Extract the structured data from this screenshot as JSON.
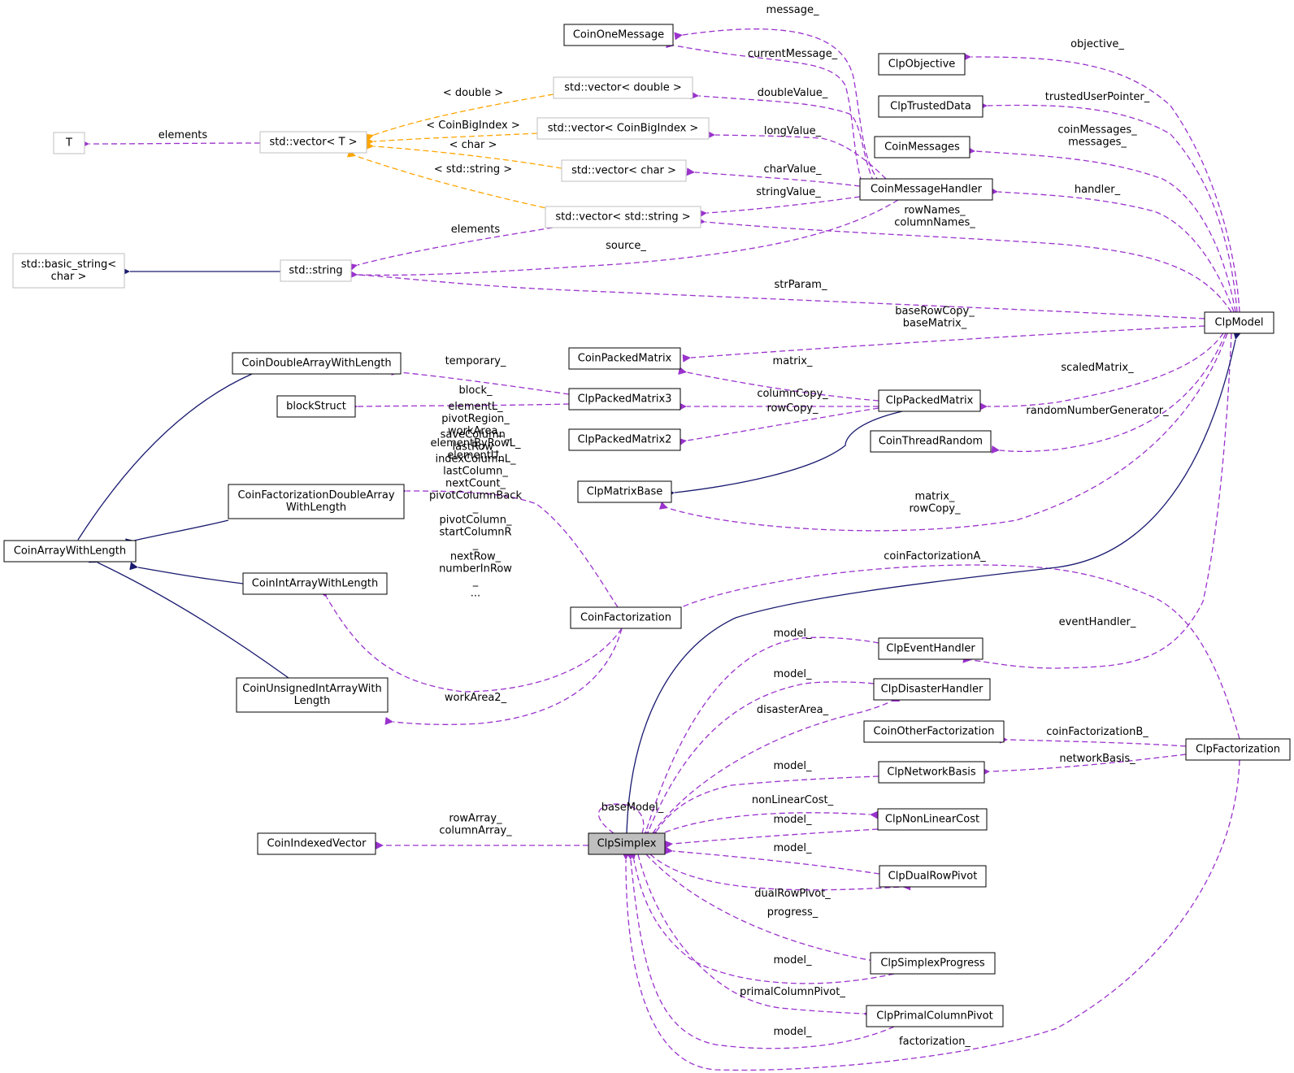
{
  "colors": {
    "usage": "#9a32cd",
    "inheritance": "#191970",
    "template": "#ffa500",
    "node_border": "#000000",
    "external_border": "#bfbfbf",
    "focus_fill": "#bfbfbf",
    "node_fill": "#ffffff"
  },
  "nodes": [
    {
      "id": "CoinOneMessage",
      "label": [
        "CoinOneMessage"
      ],
      "kind": "class"
    },
    {
      "id": "ClpObjective",
      "label": [
        "ClpObjective"
      ],
      "kind": "class"
    },
    {
      "id": "ClpTrustedData",
      "label": [
        "ClpTrustedData"
      ],
      "kind": "class"
    },
    {
      "id": "CoinMessages",
      "label": [
        "CoinMessages"
      ],
      "kind": "class"
    },
    {
      "id": "stdvecdouble",
      "label": [
        "std::vector< double >"
      ],
      "kind": "external"
    },
    {
      "id": "stdvecbig",
      "label": [
        "std::vector< CoinBigIndex >"
      ],
      "kind": "external"
    },
    {
      "id": "stdvecchar",
      "label": [
        "std::vector< char >"
      ],
      "kind": "external"
    },
    {
      "id": "stdvecstring",
      "label": [
        "std::vector< std::string >"
      ],
      "kind": "external"
    },
    {
      "id": "stdvecT",
      "label": [
        "std::vector< T >"
      ],
      "kind": "external"
    },
    {
      "id": "T",
      "label": [
        "T"
      ],
      "kind": "external"
    },
    {
      "id": "CoinMessageHandler",
      "label": [
        "CoinMessageHandler"
      ],
      "kind": "class"
    },
    {
      "id": "basicstring",
      "label": [
        "std::basic_string<",
        "char >"
      ],
      "kind": "external"
    },
    {
      "id": "stdstring",
      "label": [
        "std::string"
      ],
      "kind": "external"
    },
    {
      "id": "ClpModel",
      "label": [
        "ClpModel"
      ],
      "kind": "class"
    },
    {
      "id": "CoinDoubleArrayWithLength",
      "label": [
        "CoinDoubleArrayWithLength"
      ],
      "kind": "class"
    },
    {
      "id": "CoinPackedMatrix",
      "label": [
        "CoinPackedMatrix"
      ],
      "kind": "class"
    },
    {
      "id": "blockStruct",
      "label": [
        "blockStruct"
      ],
      "kind": "class"
    },
    {
      "id": "ClpPackedMatrix3",
      "label": [
        "ClpPackedMatrix3"
      ],
      "kind": "class"
    },
    {
      "id": "ClpPackedMatrix",
      "label": [
        "ClpPackedMatrix"
      ],
      "kind": "class"
    },
    {
      "id": "ClpPackedMatrix2",
      "label": [
        "ClpPackedMatrix2"
      ],
      "kind": "class"
    },
    {
      "id": "CoinThreadRandom",
      "label": [
        "CoinThreadRandom"
      ],
      "kind": "class"
    },
    {
      "id": "CoinFactDouble",
      "label": [
        "CoinFactorizationDoubleArray",
        "WithLength"
      ],
      "kind": "class"
    },
    {
      "id": "ClpMatrixBase",
      "label": [
        "ClpMatrixBase"
      ],
      "kind": "class"
    },
    {
      "id": "CoinArrayWithLength",
      "label": [
        "CoinArrayWithLength"
      ],
      "kind": "class"
    },
    {
      "id": "CoinIntArrayWithLength",
      "label": [
        "CoinIntArrayWithLength"
      ],
      "kind": "class"
    },
    {
      "id": "CoinFactorization",
      "label": [
        "CoinFactorization"
      ],
      "kind": "class"
    },
    {
      "id": "ClpEventHandler",
      "label": [
        "ClpEventHandler"
      ],
      "kind": "class"
    },
    {
      "id": "CoinUnsignedInt",
      "label": [
        "CoinUnsignedIntArrayWith",
        "Length"
      ],
      "kind": "class"
    },
    {
      "id": "ClpDisasterHandler",
      "label": [
        "ClpDisasterHandler"
      ],
      "kind": "class"
    },
    {
      "id": "CoinOtherFactorization",
      "label": [
        "CoinOtherFactorization"
      ],
      "kind": "class"
    },
    {
      "id": "ClpFactorization",
      "label": [
        "ClpFactorization"
      ],
      "kind": "class"
    },
    {
      "id": "ClpNetworkBasis",
      "label": [
        "ClpNetworkBasis"
      ],
      "kind": "class"
    },
    {
      "id": "ClpNonLinearCost",
      "label": [
        "ClpNonLinearCost"
      ],
      "kind": "class"
    },
    {
      "id": "CoinIndexedVector",
      "label": [
        "CoinIndexedVector"
      ],
      "kind": "class"
    },
    {
      "id": "ClpSimplex",
      "label": [
        "ClpSimplex"
      ],
      "kind": "focus"
    },
    {
      "id": "ClpDualRowPivot",
      "label": [
        "ClpDualRowPivot"
      ],
      "kind": "class"
    },
    {
      "id": "ClpSimplexProgress",
      "label": [
        "ClpSimplexProgress"
      ],
      "kind": "class"
    },
    {
      "id": "ClpPrimalColumnPivot",
      "label": [
        "ClpPrimalColumnPivot"
      ],
      "kind": "class"
    }
  ],
  "edges": [
    {
      "type": "usage",
      "from": "CoinMessageHandler",
      "to": "CoinOneMessage",
      "label": [
        "message_"
      ]
    },
    {
      "type": "usage",
      "from": "CoinMessageHandler",
      "to": "CoinOneMessage",
      "label": [
        "currentMessage_"
      ]
    },
    {
      "type": "usage",
      "from": "CoinMessageHandler",
      "to": "stdvecdouble",
      "label": [
        "doubleValue_"
      ]
    },
    {
      "type": "usage",
      "from": "CoinMessageHandler",
      "to": "stdvecbig",
      "label": [
        "longValue_"
      ]
    },
    {
      "type": "usage",
      "from": "CoinMessageHandler",
      "to": "stdvecchar",
      "label": [
        "charValue_"
      ]
    },
    {
      "type": "usage",
      "from": "CoinMessageHandler",
      "to": "stdvecstring",
      "label": [
        "stringValue_"
      ]
    },
    {
      "type": "usage",
      "from": "CoinMessageHandler",
      "to": "stdstring",
      "label": [
        "source_"
      ]
    },
    {
      "type": "template",
      "from": "stdvecdouble",
      "to": "stdvecT",
      "label": [
        "< double >"
      ]
    },
    {
      "type": "template",
      "from": "stdvecbig",
      "to": "stdvecT",
      "label": [
        "< CoinBigIndex >"
      ]
    },
    {
      "type": "template",
      "from": "stdvecchar",
      "to": "stdvecT",
      "label": [
        "< char >"
      ]
    },
    {
      "type": "template",
      "from": "stdvecstring",
      "to": "stdvecT",
      "label": [
        "< std::string >"
      ]
    },
    {
      "type": "usage",
      "from": "stdvecT",
      "to": "T",
      "label": [
        "elements"
      ]
    },
    {
      "type": "usage",
      "from": "stdvecstring",
      "to": "stdstring",
      "label": [
        "elements"
      ]
    },
    {
      "type": "inheritance",
      "from": "stdstring",
      "to": "basicstring",
      "label": []
    },
    {
      "type": "usage",
      "from": "ClpModel",
      "to": "ClpObjective",
      "label": [
        "objective_"
      ]
    },
    {
      "type": "usage",
      "from": "ClpModel",
      "to": "ClpTrustedData",
      "label": [
        "trustedUserPointer_"
      ]
    },
    {
      "type": "usage",
      "from": "ClpModel",
      "to": "CoinMessages",
      "label": [
        "coinMessages_",
        "messages_"
      ]
    },
    {
      "type": "usage",
      "from": "ClpModel",
      "to": "CoinMessageHandler",
      "label": [
        "handler_"
      ]
    },
    {
      "type": "usage",
      "from": "ClpModel",
      "to": "stdvecstring",
      "label": [
        "rowNames_",
        "columnNames_"
      ]
    },
    {
      "type": "usage",
      "from": "ClpModel",
      "to": "stdstring",
      "label": [
        "strParam_"
      ]
    },
    {
      "type": "usage",
      "from": "ClpModel",
      "to": "CoinPackedMatrix",
      "label": [
        "baseRowCopy_",
        "baseMatrix_"
      ]
    },
    {
      "type": "usage",
      "from": "ClpModel",
      "to": "ClpPackedMatrix",
      "label": [
        "scaledMatrix_"
      ]
    },
    {
      "type": "usage",
      "from": "ClpModel",
      "to": "CoinThreadRandom",
      "label": [
        "randomNumberGenerator_"
      ]
    },
    {
      "type": "usage",
      "from": "ClpModel",
      "to": "ClpMatrixBase",
      "label": [
        "matrix_",
        "rowCopy_"
      ]
    },
    {
      "type": "usage",
      "from": "ClpModel",
      "to": "ClpEventHandler",
      "label": [
        "eventHandler_"
      ]
    },
    {
      "type": "usage",
      "from": "ClpPackedMatrix3",
      "to": "CoinDoubleArrayWithLength",
      "label": [
        "temporary_"
      ]
    },
    {
      "type": "usage",
      "from": "ClpPackedMatrix3",
      "to": "blockStruct",
      "label": [
        "block_"
      ]
    },
    {
      "type": "usage",
      "from": "ClpPackedMatrix",
      "to": "CoinPackedMatrix",
      "label": [
        "matrix_"
      ]
    },
    {
      "type": "usage",
      "from": "ClpPackedMatrix",
      "to": "ClpPackedMatrix3",
      "label": [
        "columnCopy_"
      ]
    },
    {
      "type": "usage",
      "from": "ClpPackedMatrix",
      "to": "ClpPackedMatrix2",
      "label": [
        "rowCopy_"
      ]
    },
    {
      "type": "inheritance",
      "from": "ClpPackedMatrix",
      "to": "ClpMatrixBase",
      "label": []
    },
    {
      "type": "inheritance",
      "from": "CoinDoubleArrayWithLength",
      "to": "CoinArrayWithLength",
      "label": []
    },
    {
      "type": "inheritance",
      "from": "CoinFactDouble",
      "to": "CoinArrayWithLength",
      "label": []
    },
    {
      "type": "inheritance",
      "from": "CoinIntArrayWithLength",
      "to": "CoinArrayWithLength",
      "label": []
    },
    {
      "type": "inheritance",
      "from": "CoinUnsignedInt",
      "to": "CoinArrayWithLength",
      "label": []
    },
    {
      "type": "usage",
      "from": "CoinFactorization",
      "to": "CoinFactDouble",
      "label": [
        "elementL_",
        "pivotRegion_",
        "workArea_",
        "elementByRowL_",
        "elementU_"
      ]
    },
    {
      "type": "usage",
      "from": "CoinFactorization",
      "to": "CoinIntArrayWithLength",
      "label": [
        "saveColumn_",
        "lastRow_",
        "indexColumnL_",
        "lastColumn_",
        "nextCount_",
        "pivotColumnBack",
        "_",
        "pivotColumn_",
        "startColumnR",
        "_",
        "nextRow_",
        "numberInRow",
        "_",
        "..."
      ]
    },
    {
      "type": "usage",
      "from": "CoinFactorization",
      "to": "CoinUnsignedInt",
      "label": [
        "workArea2_"
      ]
    },
    {
      "type": "usage",
      "from": "ClpFactorization",
      "to": "CoinFactorization",
      "label": [
        "coinFactorizationA_"
      ]
    },
    {
      "type": "usage",
      "from": "ClpFactorization",
      "to": "CoinOtherFactorization",
      "label": [
        "coinFactorizationB_"
      ]
    },
    {
      "type": "usage",
      "from": "ClpFactorization",
      "to": "ClpNetworkBasis",
      "label": [
        "networkBasis_"
      ]
    },
    {
      "type": "inheritance",
      "from": "ClpSimplex",
      "to": "ClpModel",
      "label": []
    },
    {
      "type": "usage",
      "from": "ClpEventHandler",
      "to": "ClpSimplex",
      "label": [
        "model_"
      ]
    },
    {
      "type": "usage",
      "from": "ClpDisasterHandler",
      "to": "ClpSimplex",
      "label": [
        "model_"
      ]
    },
    {
      "type": "usage",
      "from": "ClpSimplex",
      "to": "ClpDisasterHandler",
      "label": [
        "disasterArea_"
      ]
    },
    {
      "type": "usage",
      "from": "ClpNetworkBasis",
      "to": "ClpSimplex",
      "label": [
        "model_"
      ]
    },
    {
      "type": "usage",
      "from": "ClpSimplex",
      "to": "ClpSimplex",
      "label": [
        "baseModel_"
      ]
    },
    {
      "type": "usage",
      "from": "ClpSimplex",
      "to": "ClpNonLinearCost",
      "label": [
        "nonLinearCost_"
      ]
    },
    {
      "type": "usage",
      "from": "ClpNonLinearCost",
      "to": "ClpSimplex",
      "label": [
        "model_"
      ]
    },
    {
      "type": "usage",
      "from": "ClpSimplex",
      "to": "CoinIndexedVector",
      "label": [
        "rowArray_",
        "columnArray_"
      ]
    },
    {
      "type": "usage",
      "from": "ClpDualRowPivot",
      "to": "ClpSimplex",
      "label": [
        "model_"
      ]
    },
    {
      "type": "usage",
      "from": "ClpSimplex",
      "to": "ClpDualRowPivot",
      "label": [
        "dualRowPivot_"
      ]
    },
    {
      "type": "usage",
      "from": "ClpSimplex",
      "to": "ClpSimplexProgress",
      "label": [
        "progress_"
      ]
    },
    {
      "type": "usage",
      "from": "ClpSimplexProgress",
      "to": "ClpSimplex",
      "label": [
        "model_"
      ]
    },
    {
      "type": "usage",
      "from": "ClpSimplex",
      "to": "ClpPrimalColumnPivot",
      "label": [
        "primalColumnPivot_"
      ]
    },
    {
      "type": "usage",
      "from": "ClpPrimalColumnPivot",
      "to": "ClpSimplex",
      "label": [
        "model_"
      ]
    },
    {
      "type": "usage",
      "from": "ClpSimplex",
      "to": "ClpFactorization",
      "label": [
        "factorization_"
      ]
    }
  ]
}
